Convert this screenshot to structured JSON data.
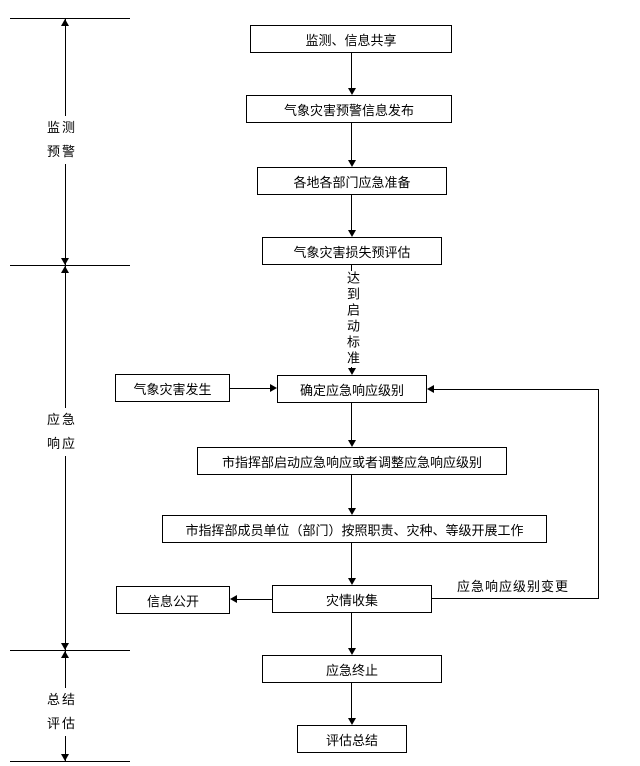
{
  "diagram": {
    "background_color": "#ffffff",
    "line_color": "#000000"
  },
  "phase_axis": {
    "phases": [
      {
        "line1": "监测",
        "line2": "预警"
      },
      {
        "line1": "应急",
        "line2": "响应"
      },
      {
        "line1": "总结",
        "line2": "评估"
      }
    ]
  },
  "flow": {
    "boxes": [
      {
        "label": "监测、信息共享"
      },
      {
        "label": "气象灾害预警信息发布"
      },
      {
        "label": "各地各部门应急准备"
      },
      {
        "label": "气象灾害损失预评估"
      },
      {
        "label": "确定应急响应级别"
      },
      {
        "label": "市指挥部启动应急响应或者调整应急响应级别"
      },
      {
        "label": "市指挥部成员单位（部门）按照职责、灾种、等级开展工作"
      },
      {
        "label": "灾情收集"
      },
      {
        "label": "应急终止"
      },
      {
        "label": "评估总结"
      }
    ],
    "side_boxes": [
      {
        "label": "气象灾害发生"
      },
      {
        "label": "信息公开"
      }
    ],
    "edge_labels": {
      "activation_criteria": "达到启动标准",
      "response_level_change": "应急响应级别变更"
    }
  }
}
